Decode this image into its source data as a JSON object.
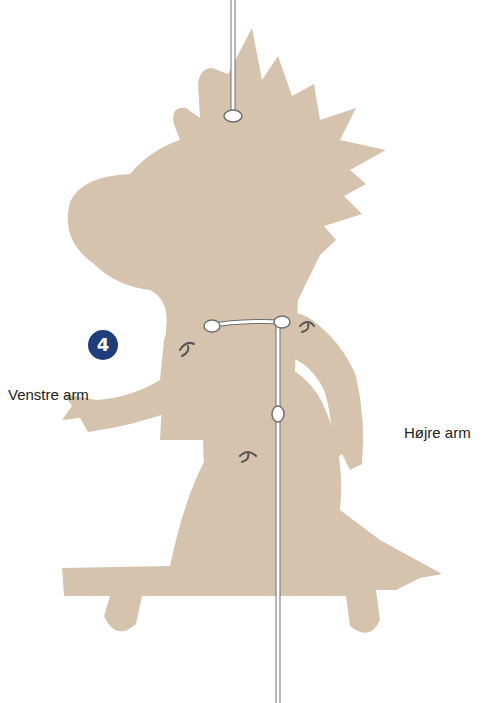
{
  "diagram": {
    "nodes": [
      {
        "text": [
          "4"
        ]
      }
    ],
    "labels": [
      "Venstre arm",
      "Højre arm"
    ]
  }
}
